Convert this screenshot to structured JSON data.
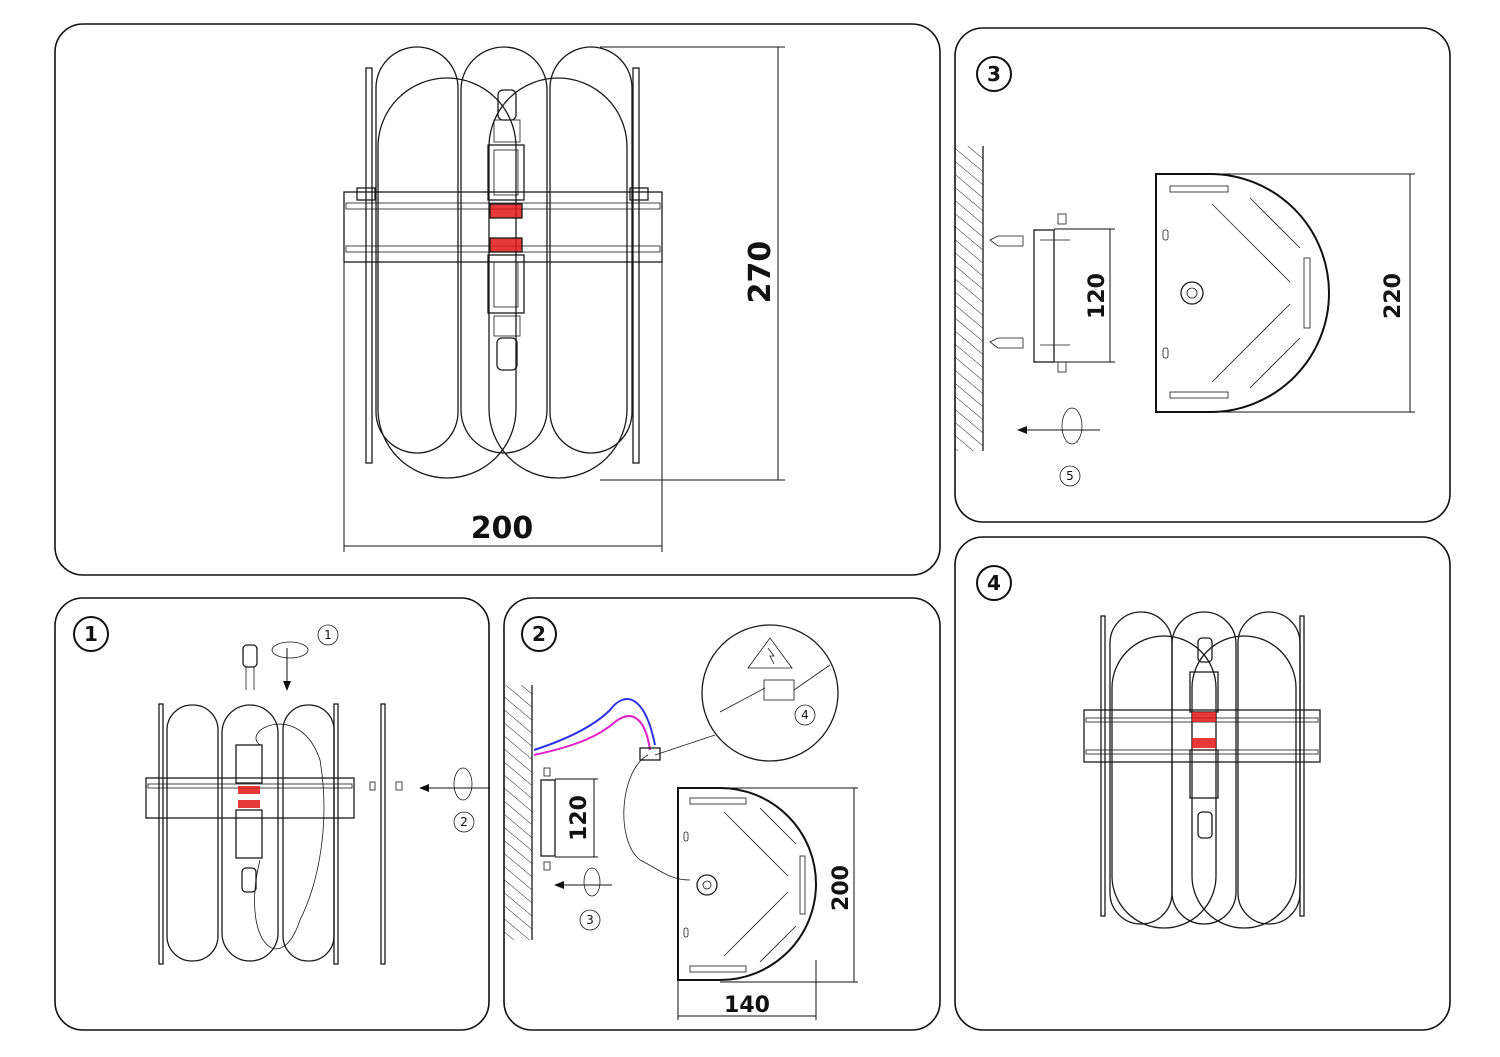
{
  "panels": {
    "main": {
      "dim_height": "270",
      "dim_width": "200"
    },
    "step1": {
      "badge": "1",
      "sub1": "1",
      "sub2": "2"
    },
    "step2": {
      "badge": "2",
      "dim_bracket": "120",
      "dim_height": "200",
      "dim_width": "140",
      "sub3": "3",
      "sub4": "4"
    },
    "step3": {
      "badge": "3",
      "dim_bracket": "120",
      "dim_height": "220",
      "sub5": "5"
    },
    "step4": {
      "badge": "4"
    }
  },
  "colors": {
    "wire_blue": "#2a35e8",
    "wire_magenta": "#e020c8",
    "socket_red": "#e01818"
  }
}
